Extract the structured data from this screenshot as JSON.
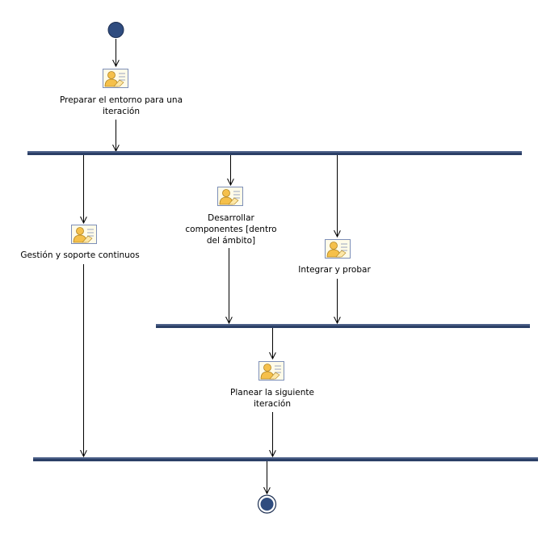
{
  "diagram": {
    "type": "uml-activity",
    "colors": {
      "bar": "#2b3f66",
      "bar_highlight": "#6d82ab",
      "node_fill": "#2f4c7f",
      "edge": "#000000",
      "icon_person": "#f5c04a",
      "icon_card": "#fffbe8"
    },
    "activities": {
      "preparar": {
        "label": "Preparar el entorno para una\niteración",
        "icon": "person-card-icon"
      },
      "gestion": {
        "label": "Gestión y soporte continuos",
        "icon": "person-card-icon"
      },
      "desarrollar": {
        "label": "Desarrollar\ncomponentes [dentro\ndel ámbito]",
        "icon": "person-card-icon"
      },
      "integrar": {
        "label": "Integrar y probar",
        "icon": "person-card-icon"
      },
      "planear": {
        "label": "Planear la siguiente\niteración",
        "icon": "person-card-icon"
      }
    }
  }
}
